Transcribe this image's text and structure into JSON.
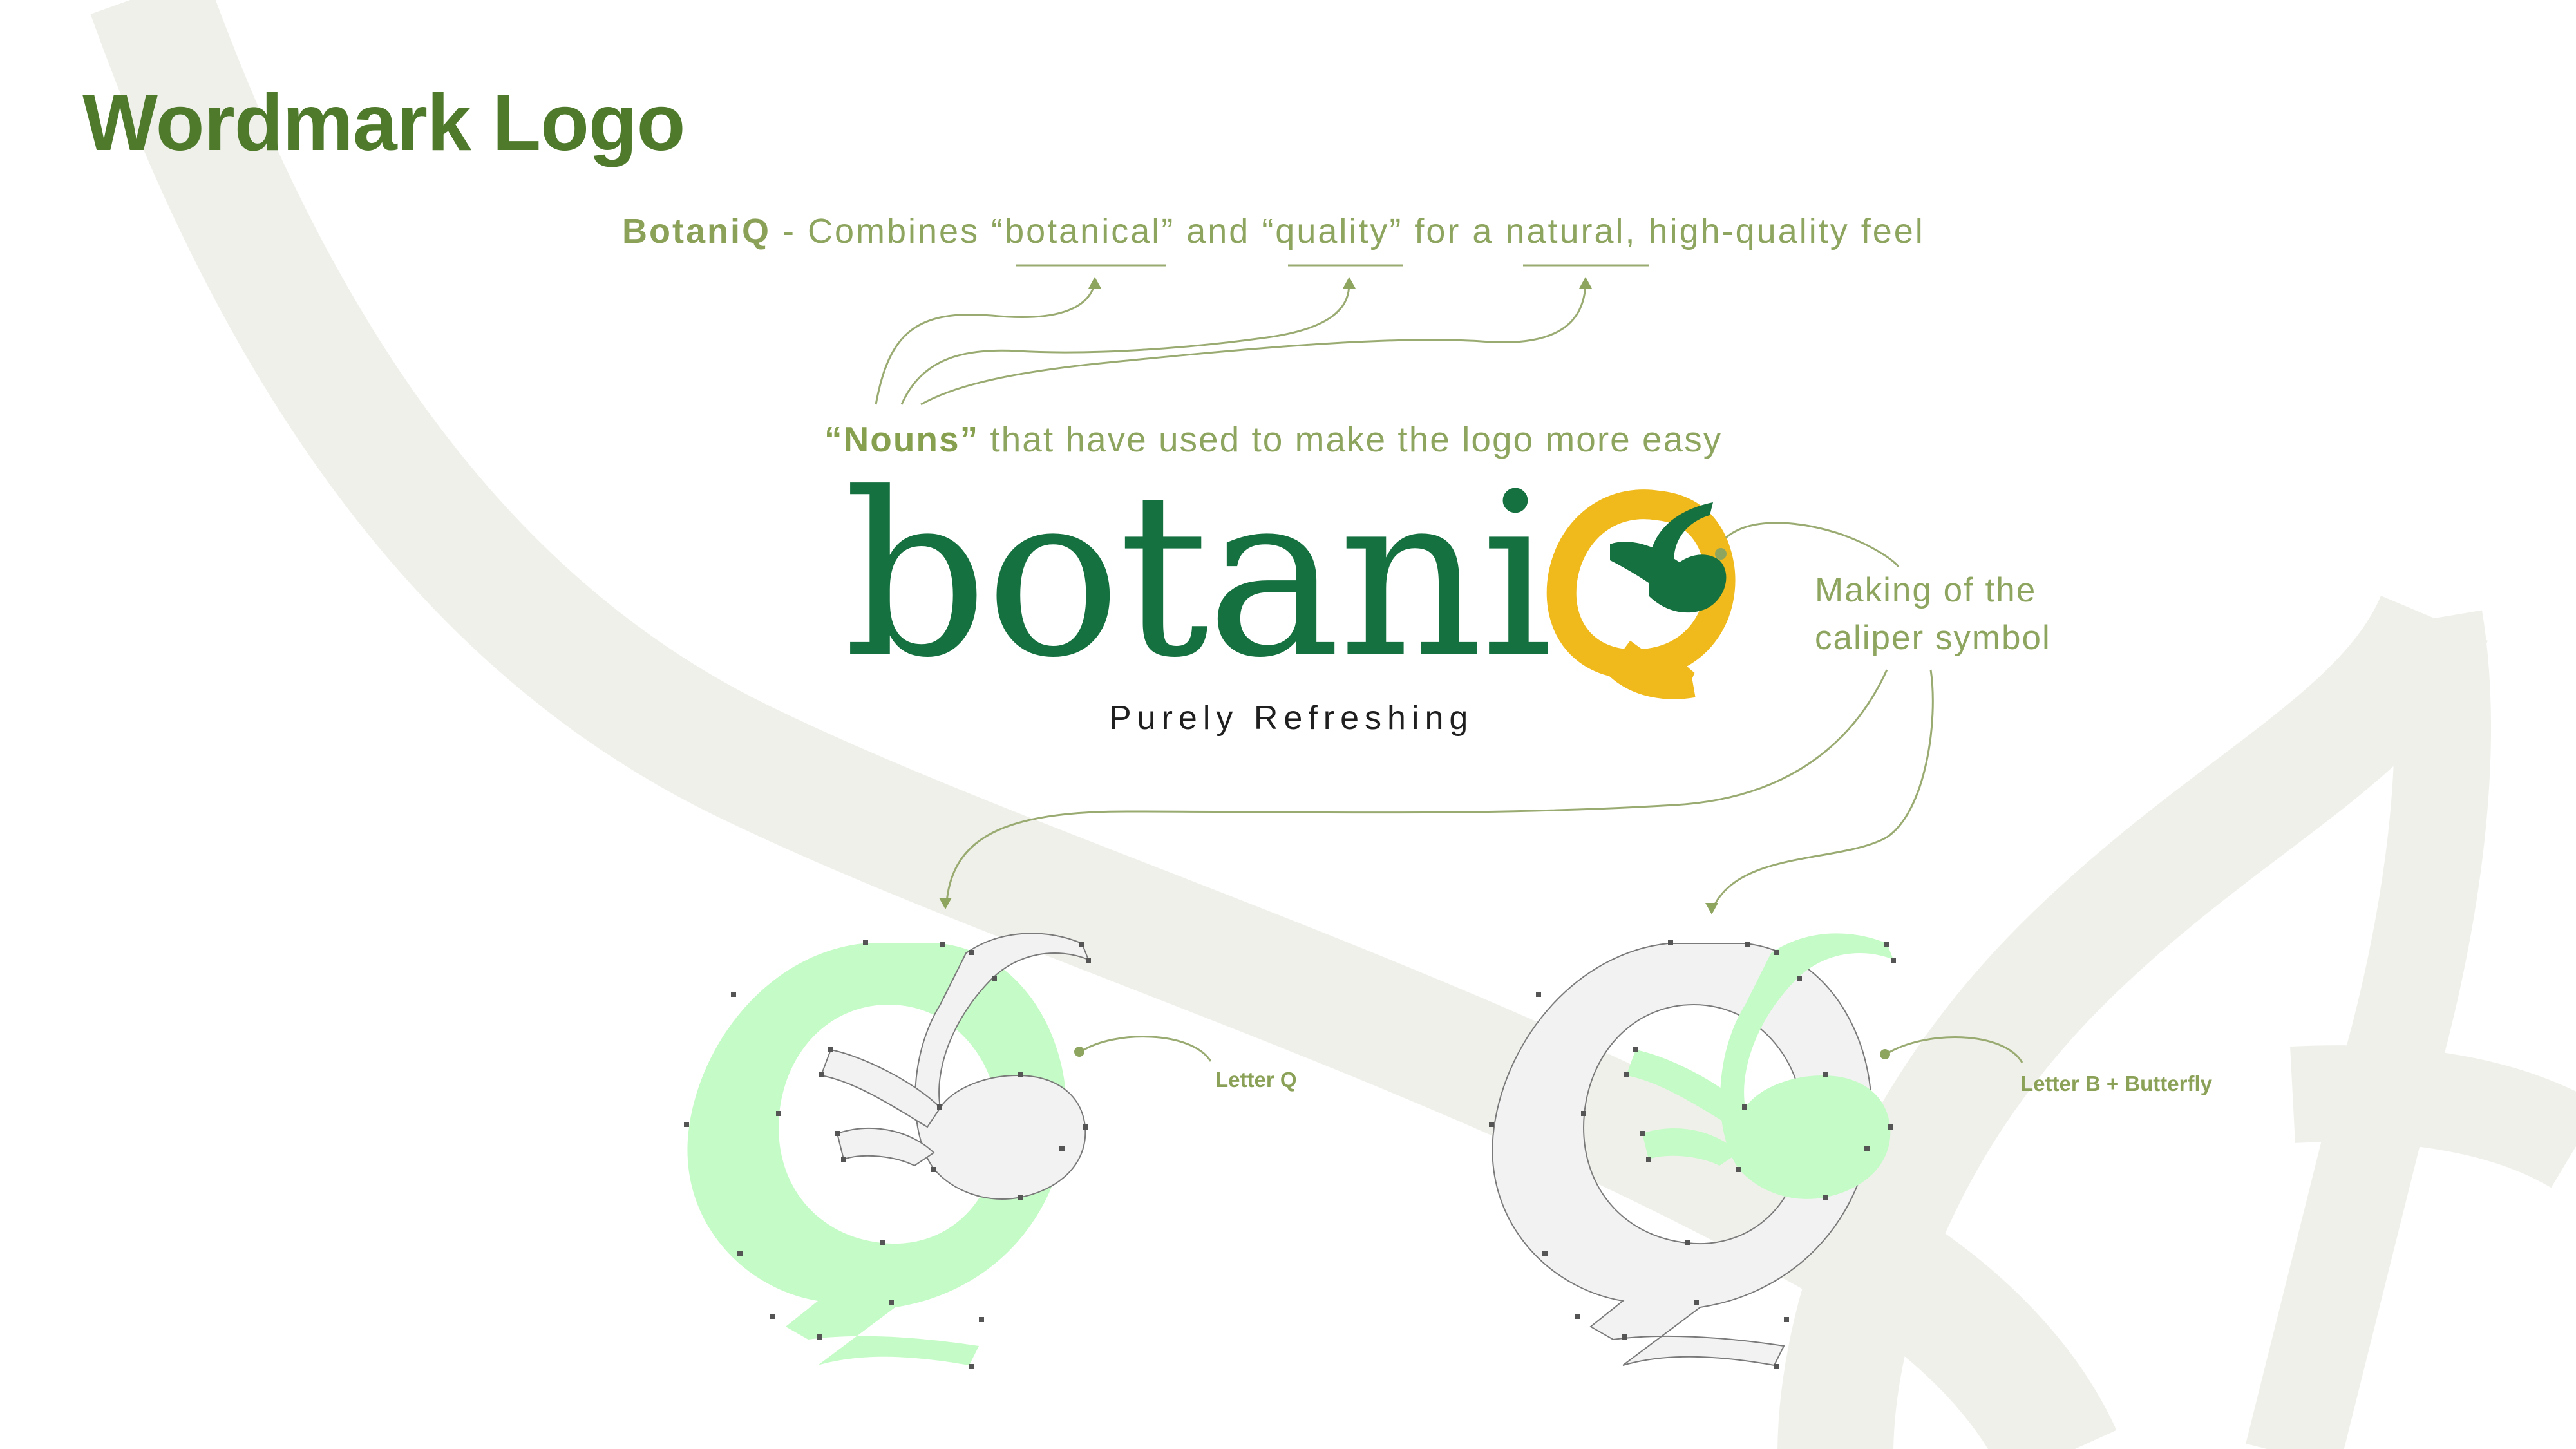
{
  "page": {
    "title": "Wordmark Logo",
    "description": {
      "brand": "BotaniQ",
      "text": " - Combines “botanical” and “quality” for a natural, high-quality feel"
    },
    "nouns": {
      "bold": "“Nouns”",
      "text": " that have used to make the logo more easy"
    },
    "wordmark": "botani",
    "tagline": "Purely Refreshing",
    "making_note": "Making of the caliper symbol",
    "labels": {
      "letter_q": "Letter Q",
      "letter_b_butterfly": "Letter B + Butterfly"
    }
  },
  "colors": {
    "brand_green": "#167140",
    "brand_yellow": "#f0b91c",
    "accent_olive": "#8ea560",
    "title_green": "#4f7a2c",
    "construction_green": "#c5fbc6",
    "construction_gray": "#f2f2f2",
    "background_swoosh": "#eff0ea"
  }
}
